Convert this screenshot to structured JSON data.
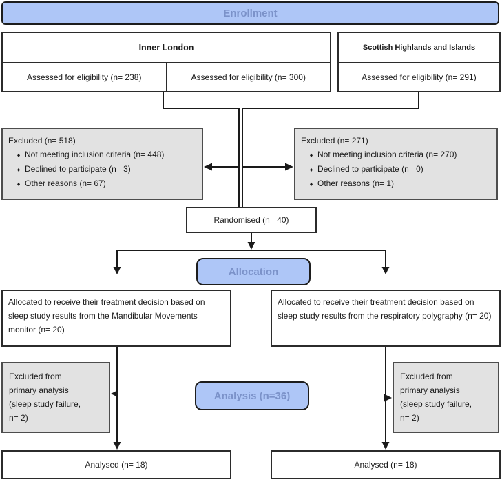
{
  "colors": {
    "banner_fill": "#aec6f7",
    "banner_text": "#7b92c9",
    "gray_fill": "#e2e2e2",
    "line": "#1a1a1a"
  },
  "icons": {
    "diamond_bullet": "♦"
  },
  "banners": {
    "enrollment": "Enrollment",
    "allocation": "Allocation",
    "analysis": "Analysis (n=36)"
  },
  "sites": {
    "inner_london": {
      "title": "Inner London",
      "cells": [
        "Assessed for eligibility (n= 238)",
        "Assessed for eligibility (n= 300)"
      ]
    },
    "scottish_highlands": {
      "title": "Scottish Highlands and Islands",
      "cell": "Assessed for eligibility (n= 291)"
    }
  },
  "excluded_enrollment_left": {
    "title": "Excluded (n= 518)",
    "items": [
      "Not meeting inclusion criteria (n= 448)",
      "Declined to participate (n= 3)",
      "Other reasons (n= 67)"
    ]
  },
  "excluded_enrollment_right": {
    "title": "Excluded (n= 271)",
    "items": [
      "Not meeting inclusion criteria (n= 270)",
      "Declined to participate (n= 0)",
      "Other reasons (n= 1)"
    ]
  },
  "randomised": {
    "label": "Randomised (n= 40)"
  },
  "allocated_left": {
    "text": "Allocated to receive their treatment decision based on sleep study results from the Mandibular Movements monitor (n= 20)"
  },
  "allocated_right": {
    "text": "Allocated to receive their treatment decision based on sleep study results from the respiratory polygraphy (n= 20)"
  },
  "analysis_excluded_left": {
    "lines": [
      "Excluded from",
      "primary analysis",
      "(sleep study failure,",
      "n= 2)"
    ]
  },
  "analysis_excluded_right": {
    "lines": [
      "Excluded from",
      "primary analysis",
      "(sleep study failure,",
      "n= 2)"
    ]
  },
  "analysed_left": {
    "label": "Analysed (n= 18)"
  },
  "analysed_right": {
    "label": "Analysed (n= 18)"
  }
}
